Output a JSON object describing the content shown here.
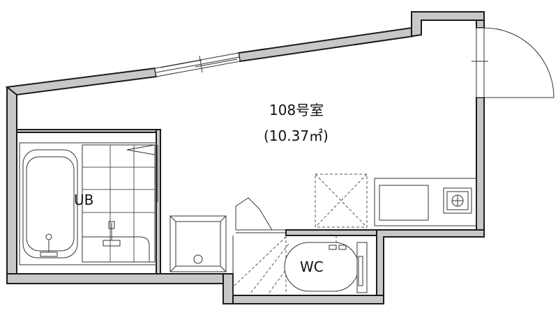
{
  "room": {
    "name": "108号室",
    "area": "(10.37㎡)"
  },
  "labels": {
    "bath": "UB",
    "toilet": "WC"
  },
  "colors": {
    "wall_fill": "#c8c8c8",
    "line": "#1a1a1a",
    "background": "#ffffff"
  }
}
